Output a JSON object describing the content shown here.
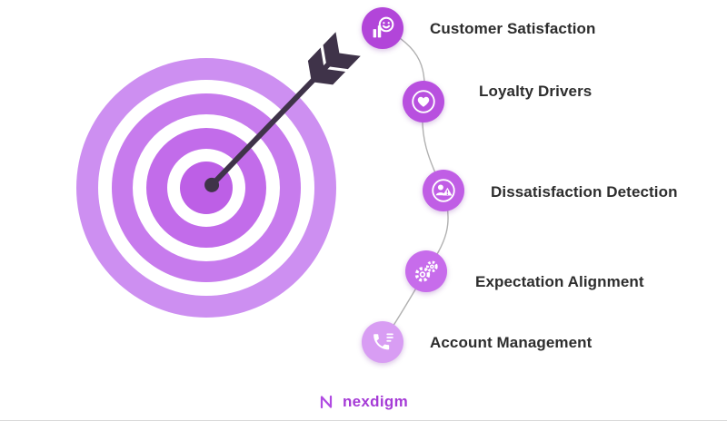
{
  "items": [
    {
      "label": "Customer Satisfaction",
      "icon": "satisfaction-smiley-icon",
      "color": "#b245d9"
    },
    {
      "label": "Loyalty Drivers",
      "icon": "heart-icon",
      "color": "#b850df"
    },
    {
      "label": "Dissatisfaction Detection",
      "icon": "person-warning-icon",
      "color": "#c05ee5"
    },
    {
      "label": "Expectation Alignment",
      "icon": "gears-icon",
      "color": "#c76ceb"
    },
    {
      "label": "Account Management",
      "icon": "phone-handset-icon",
      "color": "#d89df3"
    }
  ],
  "logo": {
    "text": "nexdigm",
    "color": "#a53bd6"
  },
  "target": {
    "ring_color": "#c77bed",
    "arrow_color": "#3f3349"
  }
}
